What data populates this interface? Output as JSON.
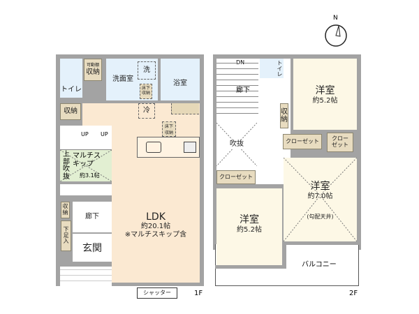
{
  "compass": {
    "label": "N"
  },
  "floor1": {
    "label": "1F",
    "toilet": "トイレ",
    "shelf": "可動棚",
    "storage_top": "収納",
    "washroom": "洗面室",
    "laundry": "洗",
    "underfloor_1": "床下\n収納",
    "bath": "浴室",
    "storage_left": "収納",
    "fridge": "冷",
    "underfloor_2": "床下\n収納",
    "up1": "UP",
    "up2": "UP",
    "multi_skip_side": "上部吹抜",
    "multi_skip": "マルチスキップ",
    "multi_skip_size": "約3.1帖",
    "ldk": "LDK",
    "ldk_size": "約20.1帖",
    "ldk_note": "※マルチスキップ含",
    "storage_small": "収納",
    "shoe": "下足入",
    "hall": "廊下",
    "entrance": "玄関",
    "shutter": "シャッター"
  },
  "floor2": {
    "label": "2F",
    "dn": "DN",
    "toilet": "トイレ",
    "hall": "廊下",
    "bedroom1": "洋室",
    "bedroom1_size": "約5.2帖",
    "storage": "収納",
    "void": "吹抜",
    "closet1": "クローゼット",
    "closet2": "クロー\nゼット",
    "closet3": "クローゼット",
    "bedroom2": "洋室",
    "bedroom2_size": "約7.0帖",
    "bedroom2_note": "(勾配天井)",
    "bedroom3": "洋室",
    "bedroom3_size": "約5.2帖",
    "balcony": "バルコニー"
  }
}
